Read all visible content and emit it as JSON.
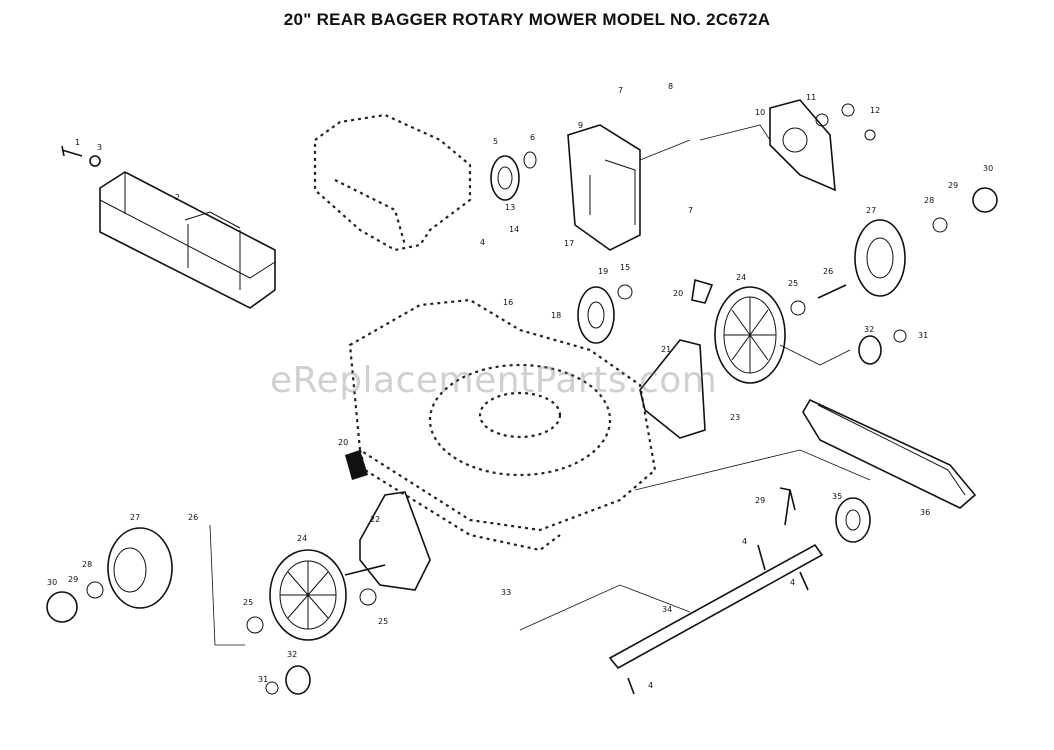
{
  "title": "20\" REAR BAGGER ROTARY MOWER MODEL NO. 2C672A",
  "watermark": "eReplacementParts.com",
  "callouts": [
    {
      "id": "c-1",
      "text": "1"
    },
    {
      "id": "c-3a",
      "text": "3"
    },
    {
      "id": "c-2",
      "text": "2"
    },
    {
      "id": "c-5",
      "text": "5"
    },
    {
      "id": "c-6",
      "text": "6"
    },
    {
      "id": "c-4a",
      "text": "4"
    },
    {
      "id": "c-7a",
      "text": "7"
    },
    {
      "id": "c-8",
      "text": "8"
    },
    {
      "id": "c-9",
      "text": "9"
    },
    {
      "id": "c-7b",
      "text": "7"
    },
    {
      "id": "c-10",
      "text": "10"
    },
    {
      "id": "c-11",
      "text": "11"
    },
    {
      "id": "c-12",
      "text": "12"
    },
    {
      "id": "c-13",
      "text": "13"
    },
    {
      "id": "c-14",
      "text": "14"
    },
    {
      "id": "c-17",
      "text": "17"
    },
    {
      "id": "c-16",
      "text": "16"
    },
    {
      "id": "c-19",
      "text": "19"
    },
    {
      "id": "c-15",
      "text": "15"
    },
    {
      "id": "c-18",
      "text": "18"
    },
    {
      "id": "c-30a",
      "text": "30"
    },
    {
      "id": "c-29a",
      "text": "29"
    },
    {
      "id": "c-28a",
      "text": "28"
    },
    {
      "id": "c-27a",
      "text": "27"
    },
    {
      "id": "c-26a",
      "text": "26"
    },
    {
      "id": "c-25a",
      "text": "25"
    },
    {
      "id": "c-24a",
      "text": "24"
    },
    {
      "id": "c-20a",
      "text": "20"
    },
    {
      "id": "c-21",
      "text": "21"
    },
    {
      "id": "c-23",
      "text": "23"
    },
    {
      "id": "c-32a",
      "text": "32"
    },
    {
      "id": "c-31a",
      "text": "31"
    },
    {
      "id": "c-36",
      "text": "36"
    },
    {
      "id": "c-20b",
      "text": "20"
    },
    {
      "id": "c-27b",
      "text": "27"
    },
    {
      "id": "c-26b",
      "text": "26"
    },
    {
      "id": "c-28b",
      "text": "28"
    },
    {
      "id": "c-29b",
      "text": "29"
    },
    {
      "id": "c-30b",
      "text": "30"
    },
    {
      "id": "c-22",
      "text": "22"
    },
    {
      "id": "c-24b",
      "text": "24"
    },
    {
      "id": "c-25b",
      "text": "25"
    },
    {
      "id": "c-25c",
      "text": "25"
    },
    {
      "id": "c-31b",
      "text": "31"
    },
    {
      "id": "c-32b",
      "text": "32"
    },
    {
      "id": "c-33",
      "text": "33"
    },
    {
      "id": "c-29c",
      "text": "29"
    },
    {
      "id": "c-4b",
      "text": "4"
    },
    {
      "id": "c-35",
      "text": "35"
    },
    {
      "id": "c-4c",
      "text": "4"
    },
    {
      "id": "c-34",
      "text": "34"
    },
    {
      "id": "c-4d",
      "text": "4"
    }
  ]
}
